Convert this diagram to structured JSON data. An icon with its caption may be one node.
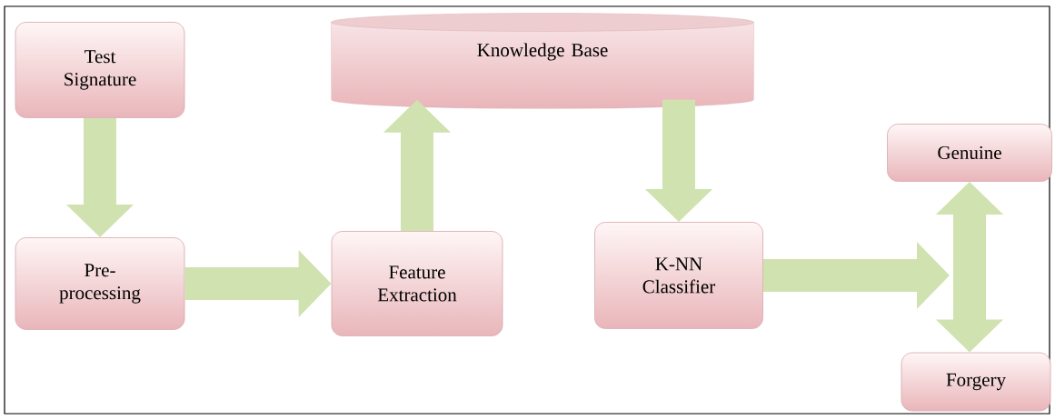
{
  "diagram": {
    "nodes": [
      {
        "text": [
          "Test Signature"
        ]
      },
      {
        "text": [
          "Knowledge Base"
        ]
      },
      {
        "text": [
          "Pre-processing"
        ]
      },
      {
        "text": [
          "Feature Extraction"
        ]
      },
      {
        "text": [
          "K-NN Classifier"
        ]
      },
      {
        "text": [
          "Genuine"
        ]
      },
      {
        "text": [
          "Forgery"
        ]
      }
    ],
    "edges": [
      {
        "from": 0,
        "to": 2,
        "arrow": "to"
      },
      {
        "from": 2,
        "to": 3,
        "arrow": "to"
      },
      {
        "from": 3,
        "to": 1,
        "arrow": "to"
      },
      {
        "from": 1,
        "to": 4,
        "arrow": "to"
      },
      {
        "from": 4,
        "to": null,
        "arrow": "to"
      },
      {
        "from": 5,
        "to": 6,
        "arrow": "both"
      }
    ]
  }
}
